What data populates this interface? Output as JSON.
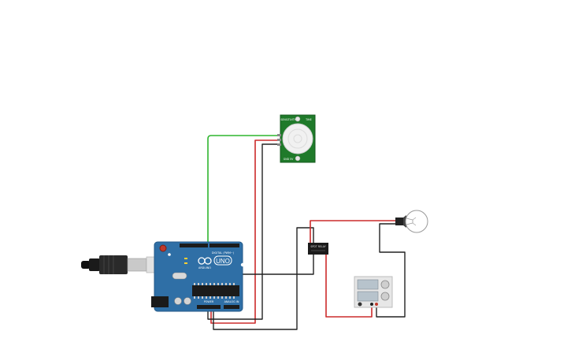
{
  "circuit": {
    "arduino": {
      "brand": "ARDUINO",
      "model": "UNO",
      "header_digital": "DIGITAL (PWM~)",
      "header_power": "POWER",
      "header_analog": "ANALOG IN",
      "board_color": "#2f6fa6",
      "connector_icon": "usb-connector-icon"
    },
    "pir_sensor": {
      "label_top_left": "SENSITIVITY",
      "label_bottom_left": "GND  5V",
      "label_right": "TIME",
      "board_color": "#1f7a2a"
    },
    "relay": {
      "label": "SPDT RELAY"
    },
    "power_supply": {
      "readouts": [
        "",
        ""
      ]
    },
    "lamp": {
      "icon": "light-bulb-icon"
    },
    "wire_colors": {
      "signal": "#2fb52f",
      "power": "#cc2b2b",
      "ground": "#222222"
    }
  }
}
